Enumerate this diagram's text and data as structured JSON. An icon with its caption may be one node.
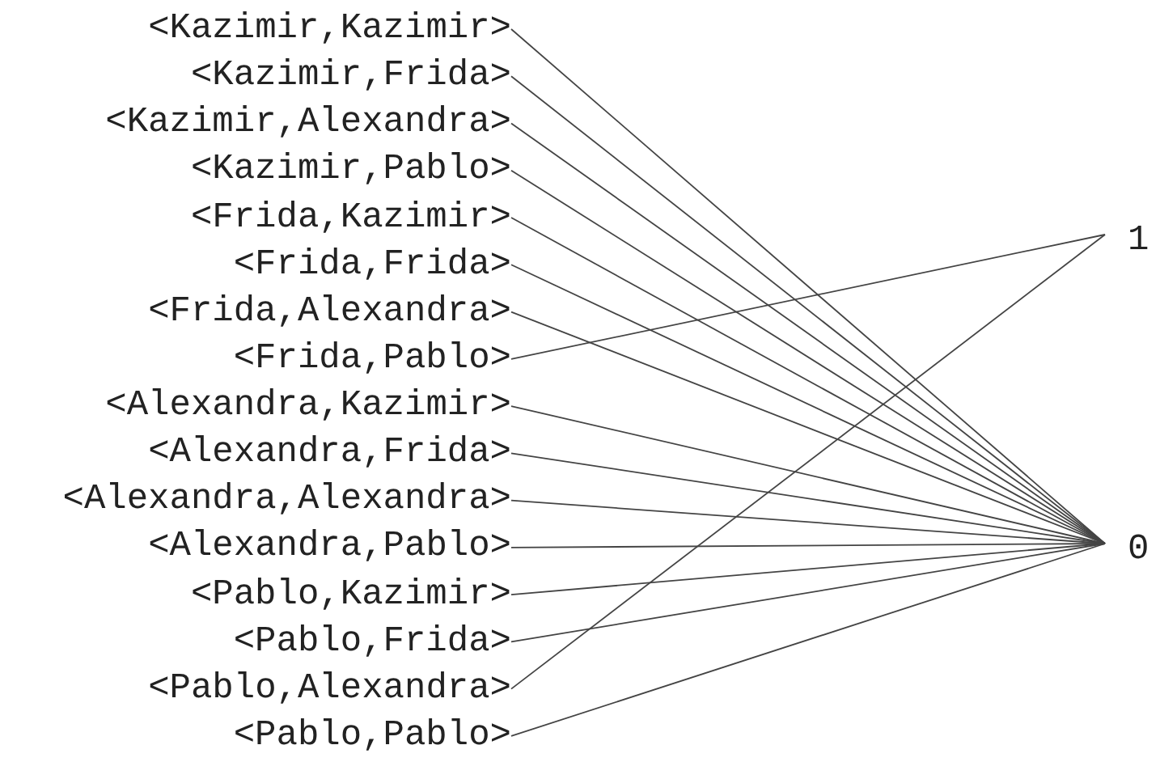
{
  "diagram": {
    "nodes": [
      {
        "text": [
          "<Kazimir,Kazimir>"
        ]
      },
      {
        "text": [
          "<Kazimir,Frida>"
        ]
      },
      {
        "text": [
          "<Kazimir,Alexandra>"
        ]
      },
      {
        "text": [
          "<Kazimir,Pablo>"
        ]
      },
      {
        "text": [
          "<Frida,Kazimir>"
        ]
      },
      {
        "text": [
          "<Frida,Frida>"
        ]
      },
      {
        "text": [
          "<Frida,Alexandra>"
        ]
      },
      {
        "text": [
          "<Frida,Pablo>"
        ]
      },
      {
        "text": [
          "<Alexandra,Kazimir>"
        ]
      },
      {
        "text": [
          "<Alexandra,Frida>"
        ]
      },
      {
        "text": [
          "<Alexandra,Alexandra>"
        ]
      },
      {
        "text": [
          "<Alexandra,Pablo>"
        ]
      },
      {
        "text": [
          "<Pablo,Kazimir>"
        ]
      },
      {
        "text": [
          "<Pablo,Frida>"
        ]
      },
      {
        "text": [
          "<Pablo,Alexandra>"
        ]
      },
      {
        "text": [
          "<Pablo,Pablo>"
        ]
      },
      {
        "text": [
          "1"
        ]
      },
      {
        "text": [
          "0"
        ]
      }
    ],
    "edges": [
      {
        "from": 0,
        "to": 17,
        "arrow": "none"
      },
      {
        "from": 1,
        "to": 17,
        "arrow": "none"
      },
      {
        "from": 2,
        "to": 17,
        "arrow": "none"
      },
      {
        "from": 3,
        "to": 17,
        "arrow": "none"
      },
      {
        "from": 4,
        "to": 17,
        "arrow": "none"
      },
      {
        "from": 5,
        "to": 17,
        "arrow": "none"
      },
      {
        "from": 6,
        "to": 17,
        "arrow": "none"
      },
      {
        "from": 7,
        "to": 16,
        "arrow": "none"
      },
      {
        "from": 8,
        "to": 17,
        "arrow": "none"
      },
      {
        "from": 9,
        "to": 17,
        "arrow": "none"
      },
      {
        "from": 10,
        "to": 17,
        "arrow": "none"
      },
      {
        "from": 11,
        "to": 17,
        "arrow": "none"
      },
      {
        "from": 12,
        "to": 17,
        "arrow": "none"
      },
      {
        "from": 13,
        "to": 17,
        "arrow": "none"
      },
      {
        "from": 14,
        "to": 16,
        "arrow": "none"
      },
      {
        "from": 15,
        "to": 17,
        "arrow": "none"
      }
    ]
  }
}
